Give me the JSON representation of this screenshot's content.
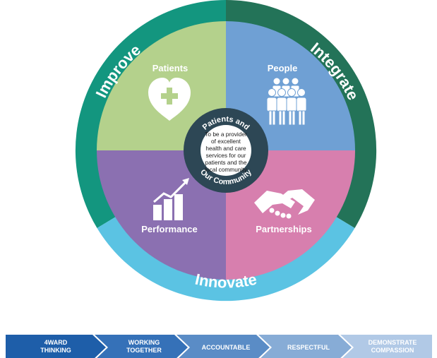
{
  "ring": {
    "improve": "Improve",
    "integrate": "Integrate",
    "innovate": "Innovate"
  },
  "quadrants": {
    "patients": "Patients",
    "people": "People",
    "performance": "Performance",
    "partnerships": "Partnerships"
  },
  "hub": {
    "top_arc": "Patients and",
    "bottom_arc": "Our Community",
    "lines": [
      "To be a provider",
      "of excellent",
      "health and care",
      "services for our",
      "patients and the",
      "local community"
    ]
  },
  "values": [
    [
      "4WARD",
      "THINKING"
    ],
    [
      "WORKING",
      "TOGETHER"
    ],
    [
      "ACCOUNTABLE"
    ],
    [
      "RESPECTFUL"
    ],
    [
      "DEMONSTRATE",
      "COMPASSION"
    ]
  ],
  "colors": {
    "improve_ring": "#13967f",
    "integrate_ring": "#237358",
    "innovate_ring": "#5bc3e3",
    "patients": "#b4d18c",
    "people": "#6fa0d4",
    "performance": "#8b70b1",
    "partnerships": "#d77fae",
    "hub_dark": "#2d4755",
    "chevrons": [
      "#1e5ea9",
      "#3571b8",
      "#5a8cc6",
      "#87acd6",
      "#b1c9e6"
    ]
  },
  "icons": {
    "patients": "heart-with-cross-icon",
    "people": "group-of-people-icon",
    "performance": "rising-bar-chart-icon",
    "partnerships": "handshake-icon"
  }
}
